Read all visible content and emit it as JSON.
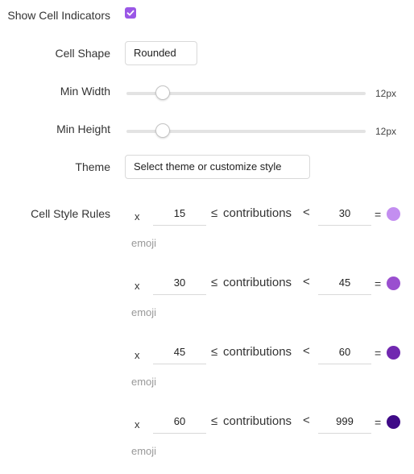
{
  "show_indicators": {
    "label": "Show Cell Indicators",
    "checked": true
  },
  "cell_shape": {
    "label": "Cell Shape",
    "value": "Rounded"
  },
  "min_width": {
    "label": "Min Width",
    "value": "12px",
    "fraction": 0.15
  },
  "min_height": {
    "label": "Min Height",
    "value": "12px",
    "fraction": 0.15
  },
  "theme": {
    "label": "Theme",
    "value": "Select theme or customize style"
  },
  "rules": {
    "label": "Cell Style Rules",
    "items": [
      {
        "prefix": "x",
        "min": "15",
        "op1": "≤",
        "field": "contributions",
        "op2": "<",
        "max": "30",
        "eq": "=",
        "color": "#c38ef0",
        "emoji": "emoji"
      },
      {
        "prefix": "x",
        "min": "30",
        "op1": "≤",
        "field": "contributions",
        "op2": "<",
        "max": "45",
        "eq": "=",
        "color": "#9a4fcf",
        "emoji": "emoji"
      },
      {
        "prefix": "x",
        "min": "45",
        "op1": "≤",
        "field": "contributions",
        "op2": "<",
        "max": "60",
        "eq": "=",
        "color": "#7128b0",
        "emoji": "emoji"
      },
      {
        "prefix": "x",
        "min": "60",
        "op1": "≤",
        "field": "contributions",
        "op2": "<",
        "max": "999",
        "eq": "=",
        "color": "#3f0a87",
        "emoji": "emoji"
      }
    ]
  },
  "colors": {
    "accent": "#9a57e6"
  }
}
